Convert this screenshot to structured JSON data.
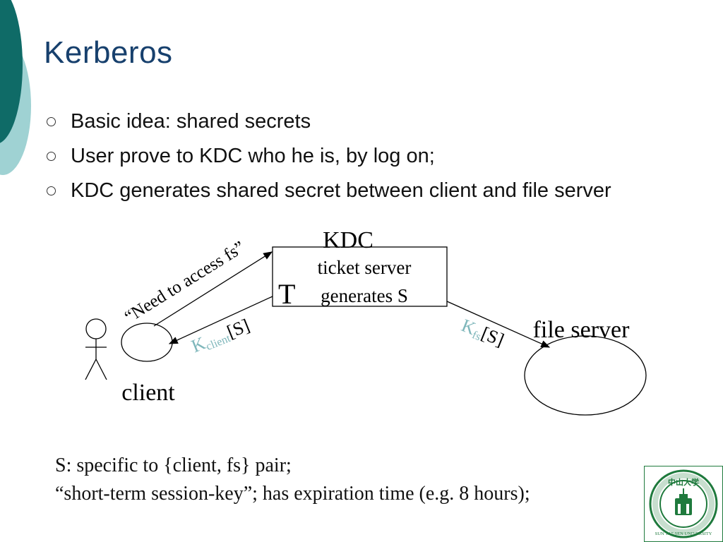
{
  "slide": {
    "title": "Kerberos",
    "bullets": [
      "Basic idea: shared secrets",
      "User prove to KDC who he is, by log on;",
      "KDC generates shared secret between client and file server"
    ]
  },
  "diagram": {
    "kdc_label": "KDC",
    "kdc_line1": "ticket server",
    "kdc_line2": "generates S",
    "ticket_label": "T",
    "request_label": "“Need to access fs”",
    "client_key_main": "K",
    "client_key_sub": "client",
    "client_key_bracket": "[S]",
    "fs_key_main": "K",
    "fs_key_sub": "fs",
    "fs_key_bracket": "[S]",
    "client_label": "client",
    "fileserver_label": "file server"
  },
  "note": {
    "line1": "S: specific to {client, fs} pair;",
    "line2": "“short-term session-key”; has expiration time (e.g. 8 hours);"
  },
  "logo": {
    "text_top": "中山大学",
    "text_ring": "SUN YAT-SEN UNIVERSITY"
  },
  "colors": {
    "title": "#17406d",
    "deco_dark": "#0f6b67",
    "deco_light": "#9fd2d3",
    "key_label": "#7fb7bb",
    "logo_green": "#1f7a3d"
  }
}
